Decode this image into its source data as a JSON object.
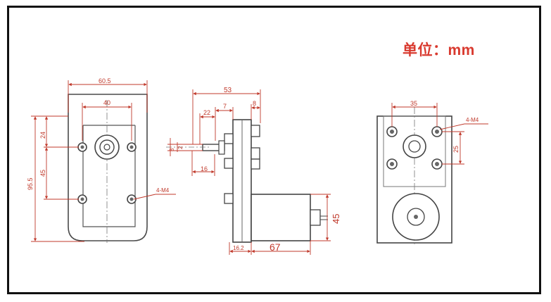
{
  "unit_label": "单位：mm",
  "colors": {
    "dimension": "#c0392b",
    "outline": "#4a4a4a",
    "frame": "#111111",
    "unit_text": "#d93a2f"
  },
  "front_view": {
    "overall_width": "60.5",
    "hole_spacing_horizontal": "40",
    "overall_height": "95.5",
    "top_offset": "24",
    "hole_spacing_vertical": "45",
    "thread_label": "4-M4"
  },
  "side_view": {
    "overall_length": "53",
    "shaft_to_flange": "22",
    "gearbox_depth": "7",
    "rear_depth": "8",
    "shaft_flat": "2",
    "shaft_diameter": "8",
    "shaft_length": "16",
    "motor_diameter": "45",
    "flange_depth": "16.2",
    "motor_length": "67"
  },
  "rear_view": {
    "hole_spacing_horizontal": "35",
    "hole_spacing_vertical": "25",
    "thread_label": "4-M4"
  }
}
